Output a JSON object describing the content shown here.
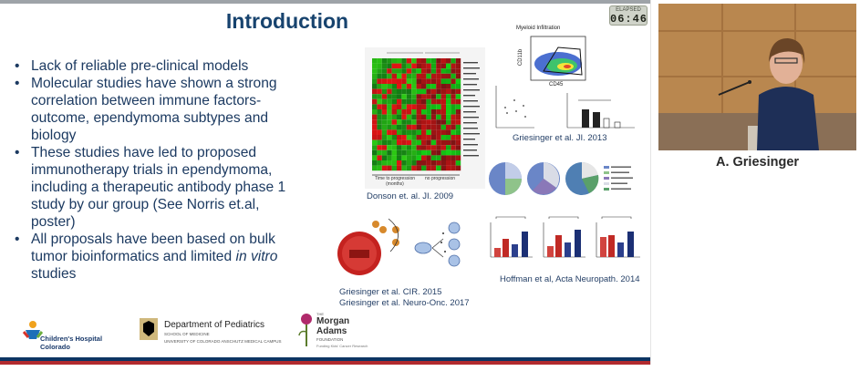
{
  "slide": {
    "title": "Introduction",
    "timer": {
      "label": "ELAPSED",
      "value": "06:46"
    },
    "bullets": [
      [
        "Lack of reliable pre-clinical models"
      ],
      [
        "Molecular studies have shown a strong",
        "correlation between immune factors-",
        "outcome, ependymoma subtypes and",
        "biology"
      ],
      [
        "These studies have led to proposed",
        "immunotherapy trials in ependymoma,",
        "including a therapeutic antibody phase 1",
        "study by our group (See Norris et.al,",
        "poster)"
      ],
      [
        "All proposals have been based on bulk",
        "tumor bioinformatics and limited"
      ]
    ],
    "bullet4_italic": "in vitro",
    "bullet4_last": "studies",
    "citations": {
      "donson": "Donson et. al. JI. 2009",
      "griesinger2013": "Griesinger et al. JI. 2013",
      "hoffman": "Hoffman et al, Acta Neuropath. 2014",
      "griesinger_cir": "Griesinger et al. CIR. 2015",
      "griesinger_neuro": "Griesinger et al. Neuro-Onc. 2017"
    },
    "figure_labels": {
      "myeloid": "Myeloid Infiltration",
      "cd45": "CD45",
      "cd11b": "CD11b",
      "time_progression": "Time to progression (months)",
      "no_progression": "no progression"
    },
    "logos": {
      "childrens": "Children's Hospital Colorado",
      "dept": "Department of Pediatrics",
      "dept_sub1": "SCHOOL OF MEDICINE",
      "dept_sub2": "UNIVERSITY OF COLORADO ANSCHUTZ MEDICAL CAMPUS",
      "morgan_the": "THE",
      "morgan1": "Morgan",
      "morgan2": "Adams",
      "morgan_sub": "FOUNDATION",
      "morgan_tag": "Funding Kids' Cancer Research"
    }
  },
  "speaker": {
    "name": "A. Griesinger"
  },
  "colors": {
    "title": "#17436e",
    "text": "#1c3a61",
    "accent_red": "#b22a2e",
    "accent_navy": "#0d3563"
  }
}
